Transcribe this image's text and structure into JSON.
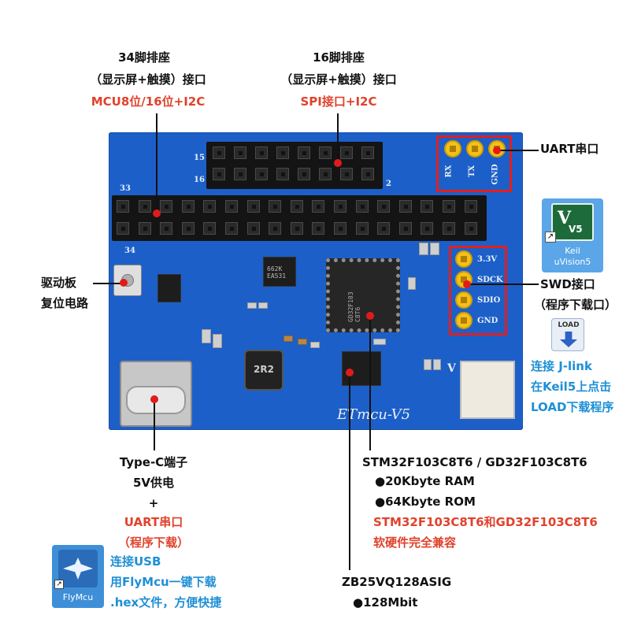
{
  "top_left": {
    "title": "34脚排座",
    "subtitle": "（显示屏+触摸）接口",
    "detail": "MCU8位/16位+I2C"
  },
  "top_mid": {
    "title": "16脚排座",
    "subtitle": "（显示屏+触摸）接口",
    "detail": "SPI接口+I2C"
  },
  "uart_right": "UART串口",
  "uart_pins": [
    "RX",
    "TX",
    "GND"
  ],
  "swd_pins": [
    "3.3V",
    "SDCK",
    "SDIO",
    "GND"
  ],
  "swd": {
    "title": "SWD接口",
    "subtitle": "（程序下载口）"
  },
  "keil": {
    "name": "Keil",
    "app": "uVision5",
    "logo": "V5"
  },
  "load_icon": "LOAD",
  "jlink": [
    "连接 J-link",
    "在Keil5上点击",
    "LOAD下载程序"
  ],
  "reset": [
    "驱动板",
    "复位电路"
  ],
  "board": {
    "silk_15": "15",
    "silk_16": "16",
    "silk_33": "33",
    "silk_34": "34",
    "silk_2": "2",
    "silk_v": "V",
    "name": "ETmcu-V5",
    "inductor": "2R2",
    "mcu_text": "GD32F103\nC8T6",
    "ldo_text": "662K\nEA531"
  },
  "typec": {
    "line1": "Type-C端子",
    "line2": "5V供电",
    "plus": "+",
    "line3": "UART串口",
    "line4": "（程序下载）"
  },
  "mcu_info": {
    "title": "STM32F103C8T6 / GD32F103C8T6",
    "ram": "●20Kbyte RAM",
    "rom": "●64Kbyte ROM",
    "compat1": "STM32F103C8T6和GD32F103C8T6",
    "compat2": "软硬件完全兼容"
  },
  "flash_info": {
    "title": "ZB25VQ128ASIG",
    "size": "●128Mbit"
  },
  "flymcu": {
    "label": "FlyMcu",
    "lines": [
      "连接USB",
      "用FlyMcu一键下载",
      ".hex文件，方便快捷"
    ]
  },
  "colors": {
    "board": "#1c5fc8",
    "highlight_red": "#e0422c",
    "link_blue": "#1e8fd6",
    "pin_gold": "#f2c21a"
  }
}
